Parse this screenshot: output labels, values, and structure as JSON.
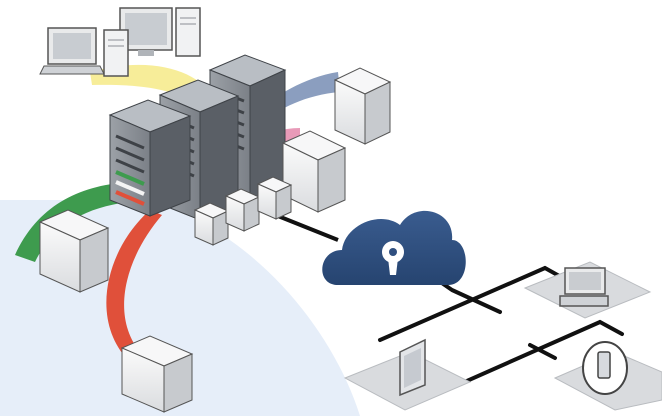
{
  "diagram": {
    "colors": {
      "background": "#ffffff",
      "backdrop": "#e6eef9",
      "rack_front": "#8c9197",
      "rack_side": "#5a5f66",
      "rack_top": "#b9bec4",
      "box_light": "#f1f2f3",
      "box_shade": "#c7cace",
      "cloud": "#2f4f7f",
      "connector_black": "#111111",
      "platform": "#d9dbde",
      "link_yellow": "#f6eb8e",
      "link_blue": "#7e93b8",
      "link_pink": "#e58fb0",
      "link_green": "#3e9b4e",
      "link_red": "#e0503a",
      "link_mint": "#bfe6d6"
    },
    "nodes": [
      {
        "id": "server-rack-left",
        "kind": "rack"
      },
      {
        "id": "server-rack-middle",
        "kind": "rack"
      },
      {
        "id": "server-rack-right",
        "kind": "rack"
      },
      {
        "id": "client-workstations",
        "kind": "workstation-group"
      },
      {
        "id": "blue-linked-server",
        "kind": "server"
      },
      {
        "id": "pink-linked-server",
        "kind": "server"
      },
      {
        "id": "small-server-1",
        "kind": "server"
      },
      {
        "id": "small-server-2",
        "kind": "server"
      },
      {
        "id": "small-server-3",
        "kind": "server"
      },
      {
        "id": "green-linked-server",
        "kind": "server"
      },
      {
        "id": "red-linked-server",
        "kind": "server"
      },
      {
        "id": "secure-cloud",
        "kind": "cloud",
        "icon": "lock-icon"
      },
      {
        "id": "desktop-computer-platform",
        "kind": "device",
        "icon": "desktop-computer-icon"
      },
      {
        "id": "tablet-platform",
        "kind": "device",
        "icon": "tablet-icon"
      },
      {
        "id": "handheld-device-platform",
        "kind": "device",
        "icon": "handheld-device-icon"
      }
    ],
    "links": [
      {
        "from": "client-workstations",
        "to": "server-rack-middle",
        "color": "link_yellow"
      },
      {
        "from": "server-rack-right",
        "to": "blue-linked-server",
        "color": "link_blue"
      },
      {
        "from": "server-rack-right",
        "to": "pink-linked-server",
        "color": "link_pink"
      },
      {
        "from": "server-rack-left",
        "to": "green-linked-server",
        "color": "link_green"
      },
      {
        "from": "server-rack-left",
        "to": "red-linked-server",
        "color": "link_red"
      },
      {
        "from": "server-rack-middle",
        "to": "small-server-1",
        "color": "link_mint"
      },
      {
        "from": "server-rack-middle",
        "to": "small-server-2",
        "color": "link_mint"
      },
      {
        "from": "server-rack-middle",
        "to": "small-server-3",
        "color": "link_mint"
      },
      {
        "from": "small-server-3",
        "to": "secure-cloud",
        "color": "connector_black"
      },
      {
        "from": "secure-cloud",
        "to": "desktop-computer-platform",
        "color": "connector_black"
      },
      {
        "from": "secure-cloud",
        "to": "tablet-platform",
        "color": "connector_black"
      },
      {
        "from": "secure-cloud",
        "to": "handheld-device-platform",
        "color": "connector_black"
      }
    ]
  }
}
